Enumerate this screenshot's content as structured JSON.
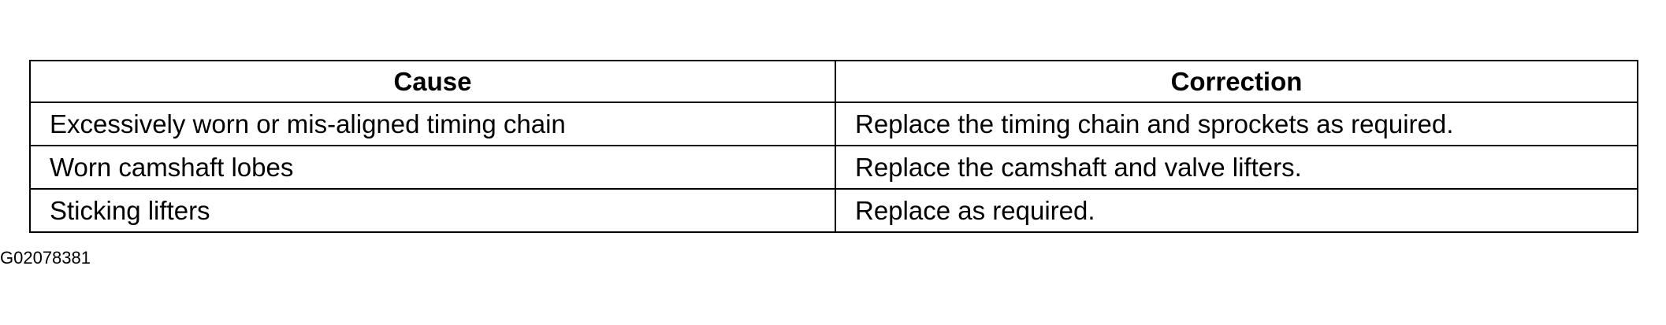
{
  "table": {
    "headers": {
      "cause": "Cause",
      "correction": "Correction"
    },
    "rows": [
      {
        "cause": "Excessively worn or mis-aligned timing chain",
        "correction": "Replace the timing chain and sprockets as required."
      },
      {
        "cause": "Worn camshaft lobes",
        "correction": "Replace the camshaft and valve lifters."
      },
      {
        "cause": "Sticking lifters",
        "correction": "Replace as required."
      }
    ]
  },
  "figure_id": "G02078381"
}
